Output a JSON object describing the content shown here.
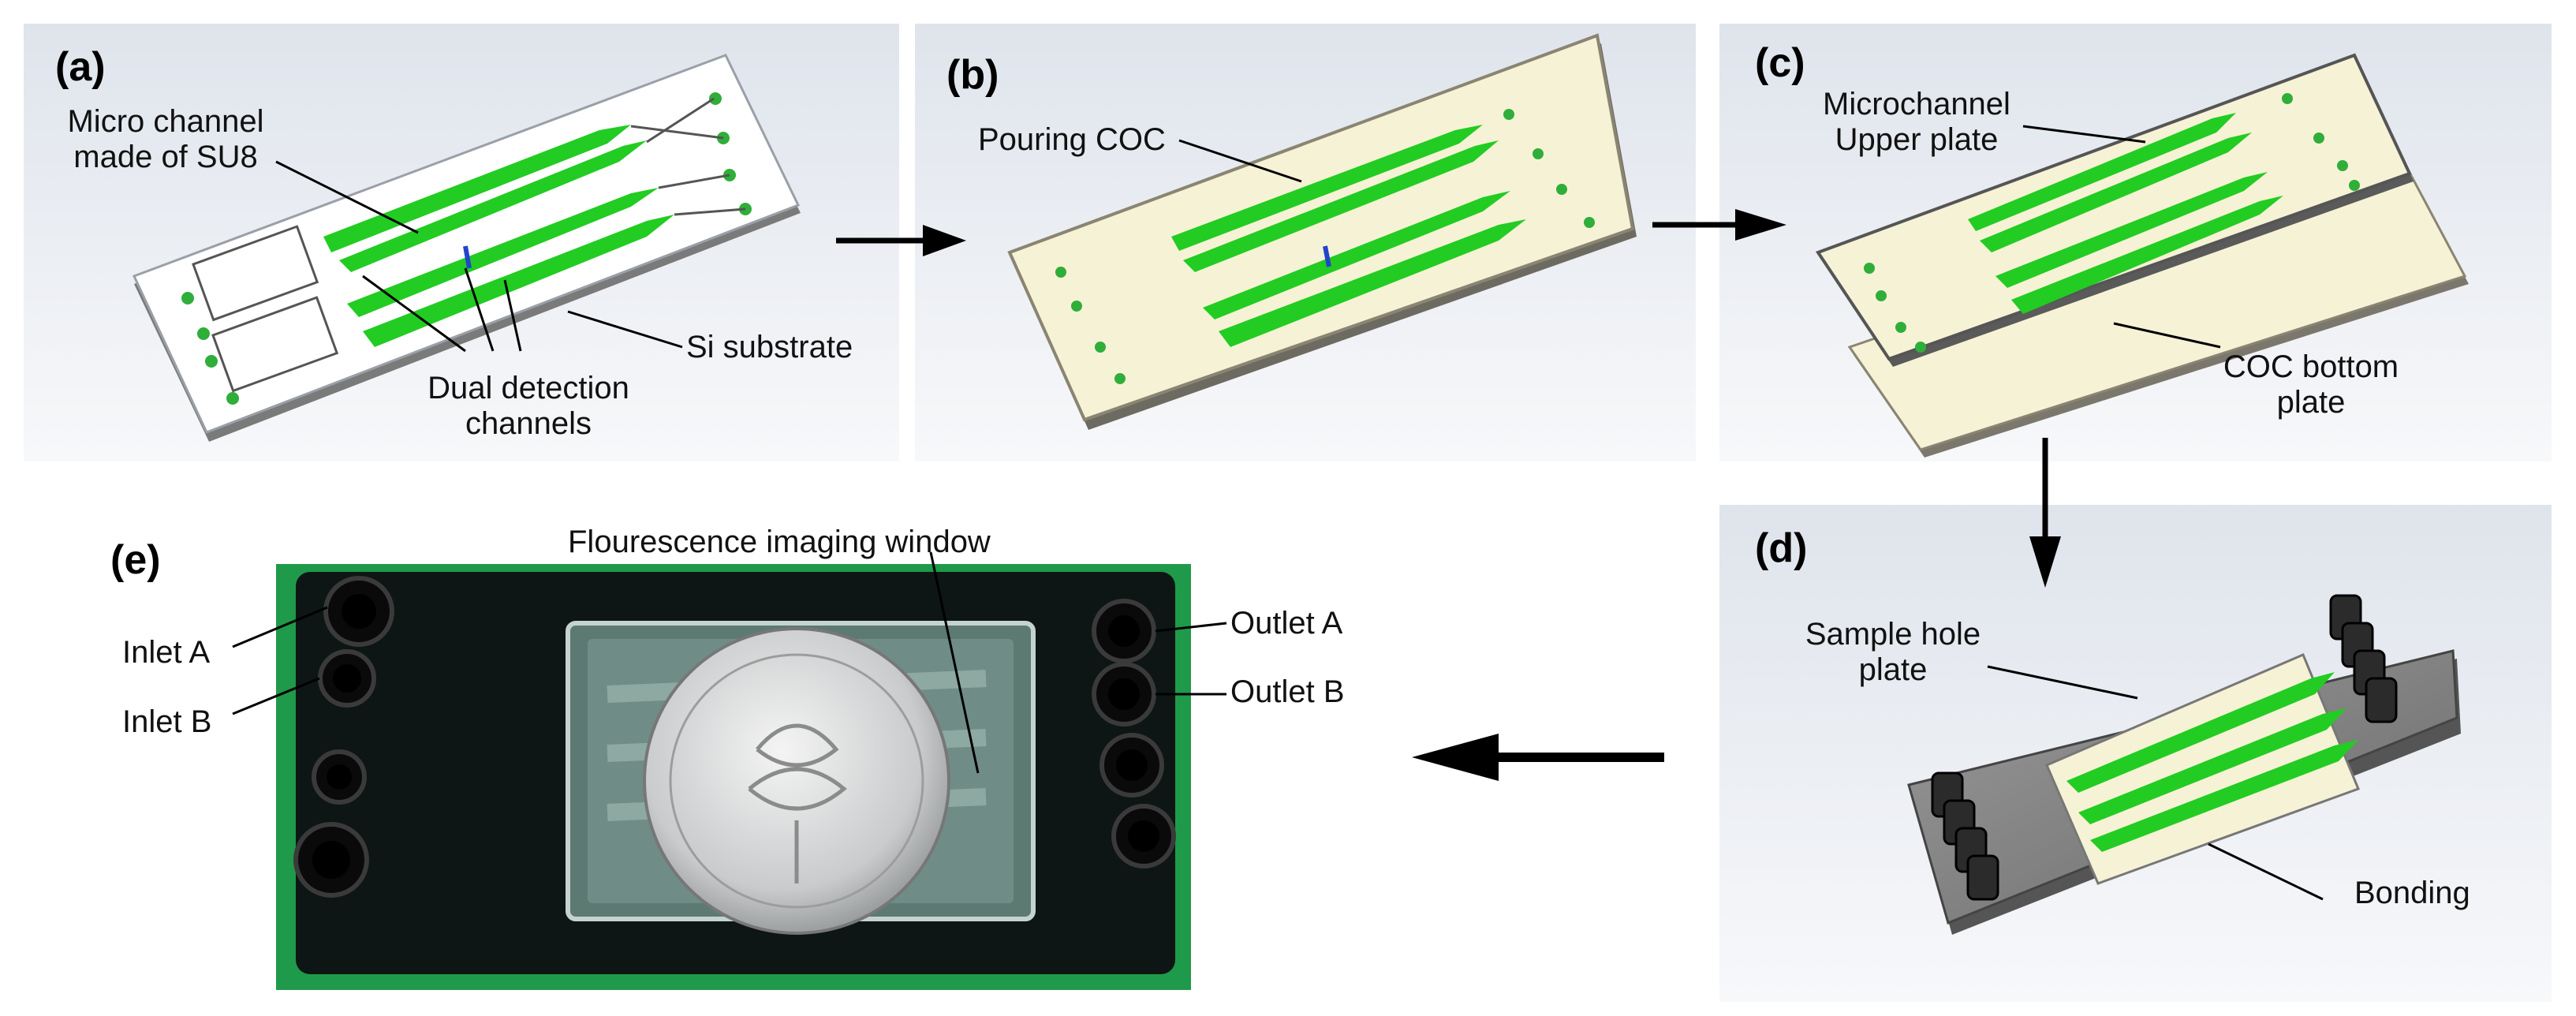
{
  "panels": {
    "a": {
      "tag": "(a)",
      "label_micro_channel": [
        "Micro channel",
        "made of SU8"
      ],
      "label_substrate": "Si substrate",
      "label_dual": [
        "Dual detection",
        "channels"
      ]
    },
    "b": {
      "tag": "(b)",
      "label_pouring": "Pouring COC"
    },
    "c": {
      "tag": "(c)",
      "label_upper": [
        "Microchannel",
        "Upper plate"
      ],
      "label_bottom": [
        "COC bottom",
        "plate"
      ]
    },
    "d": {
      "tag": "(d)",
      "label_sample": [
        "Sample hole",
        "plate"
      ],
      "label_bonding": "Bonding"
    },
    "e": {
      "tag": "(e)",
      "label_window": "Flourescence imaging window",
      "label_inlet_a": "Inlet A",
      "label_inlet_b": "Inlet B",
      "label_outlet_a": "Outlet A",
      "label_outlet_b": "Outlet B"
    }
  },
  "colors": {
    "channel_green": "#22cc22",
    "coc_cream": "#f6f2d6",
    "panel_bg": "#e9edf3",
    "photo_green": "#1f9a4a",
    "chip_black": "#0d1614"
  }
}
